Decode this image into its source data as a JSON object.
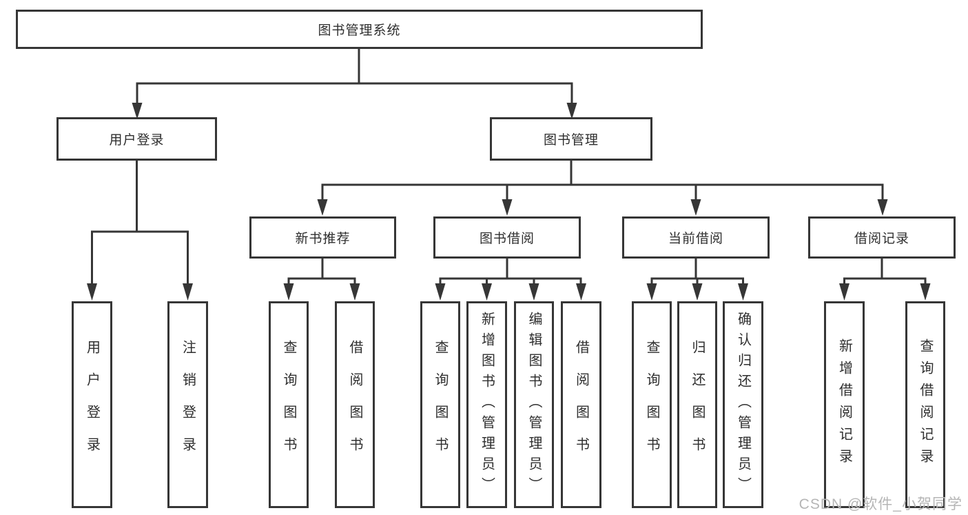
{
  "diagram": {
    "root": {
      "label": "图书管理系统",
      "children": [
        {
          "label": "用户登录",
          "children": [
            {
              "label": "用户登录"
            },
            {
              "label": "注销登录"
            }
          ]
        },
        {
          "label": "图书管理",
          "children": [
            {
              "label": "新书推荐",
              "children": [
                {
                  "label": "查询图书"
                },
                {
                  "label": "借阅图书"
                }
              ]
            },
            {
              "label": "图书借阅",
              "children": [
                {
                  "label": "查询图书"
                },
                {
                  "label": "新增图书（管理员）"
                },
                {
                  "label": "编辑图书（管理员）"
                },
                {
                  "label": "借阅图书"
                }
              ]
            },
            {
              "label": "当前借阅",
              "children": [
                {
                  "label": "查询图书"
                },
                {
                  "label": "归还图书"
                },
                {
                  "label": "确认归还（管理员）"
                }
              ]
            },
            {
              "label": "借阅记录",
              "children": [
                {
                  "label": "新增借阅记录"
                },
                {
                  "label": "查询借阅记录"
                }
              ]
            }
          ]
        }
      ]
    },
    "watermark": "CSDN @软件_小贺同学",
    "colors": {
      "line": "#363636",
      "text": "#2e2e2e",
      "box_bg": "#ffffff",
      "watermark": "#b5b5b5"
    }
  }
}
